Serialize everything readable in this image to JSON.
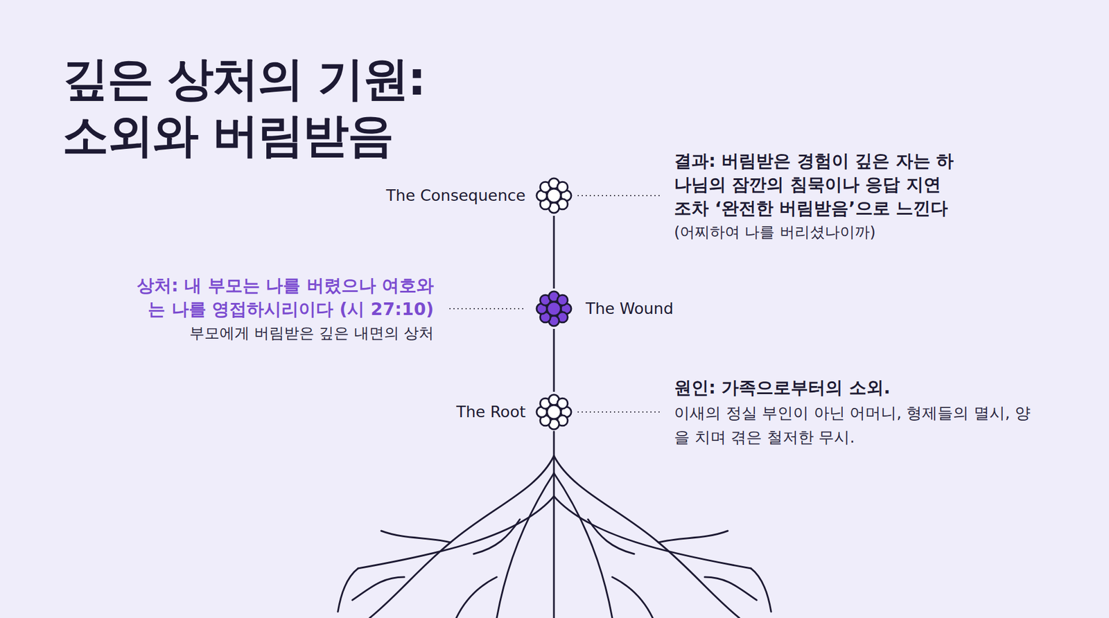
{
  "diagram": {
    "title": "깊은 상처의 기원: 소외와 버림받음",
    "nodes": [
      {
        "text": [
          "The Consequence",
          "결과: 버림받은 경험이 깊은 자는 하나님의 잠깐의 침묵이나 응답 지연조차 ‘완전한 버림받음’으로 느낀다",
          "(어찌하여 나를 버리셨나이까)"
        ]
      },
      {
        "text": [
          "상처: 내 부모는 나를 버렸으나 여호와는 나를 영접하시리이다 (시 27:10)",
          "부모에게 버림받은 깊은 내면의 상처",
          "The Wound"
        ]
      },
      {
        "text": [
          "The Root",
          "원인: 가족으로부터의 소외.",
          "이새의 정실 부인이 아닌 어머니, 형제들의 멸시, 양을 치며 겪은 철저한 무시."
        ]
      }
    ],
    "edges": [
      {
        "from": 1,
        "to": 0,
        "arrow": "none"
      },
      {
        "from": 2,
        "to": 1,
        "arrow": "none"
      }
    ]
  }
}
